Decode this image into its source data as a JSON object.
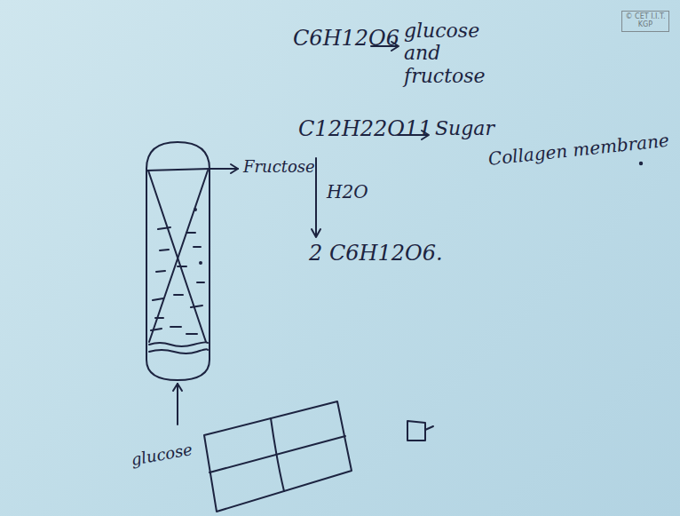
{
  "diagram": {
    "nodes": [
      {
        "text": [
          "© CET I.I.T. KGP"
        ]
      }
    ],
    "labels": [
      "C6H12O6",
      "glucose and fructose",
      "C12H22O11",
      "Sugar",
      "H2O",
      "2 C6H12O6.",
      "Collagen membrane",
      "Fructose",
      "glucose"
    ]
  }
}
